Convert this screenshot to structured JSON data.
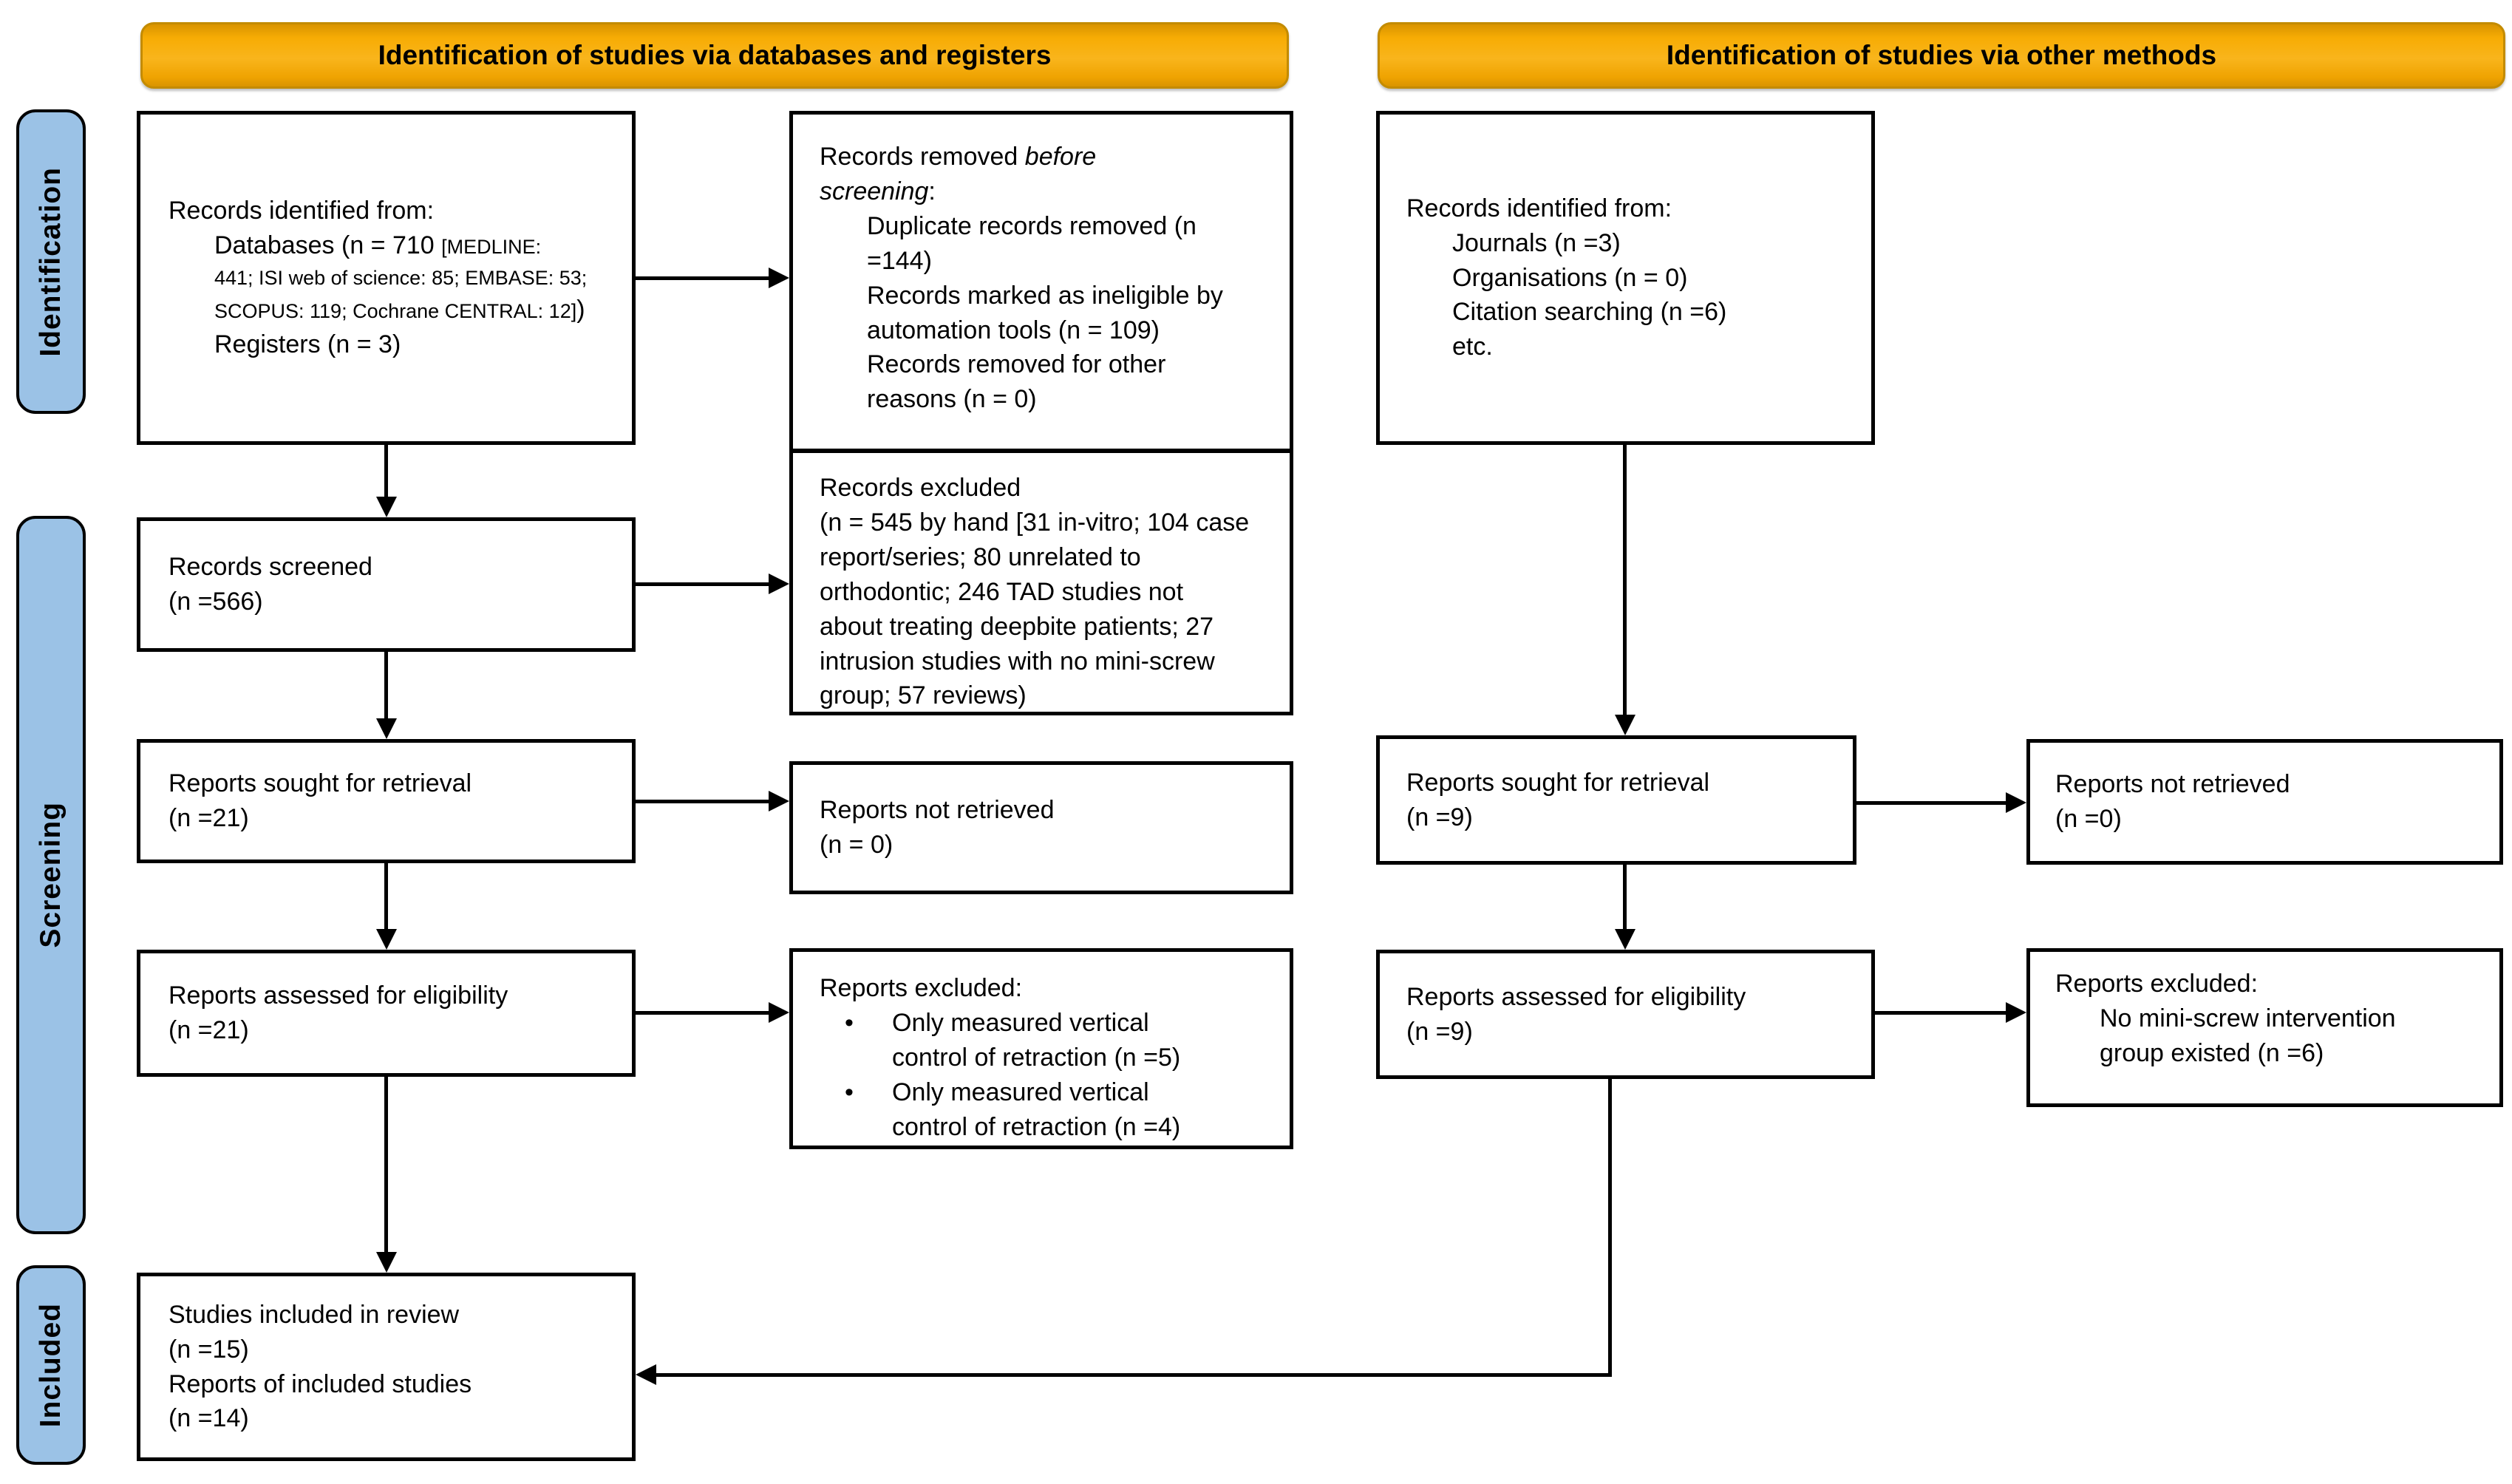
{
  "glyphs": {
    "bullet": "•"
  },
  "colors": {
    "banner_fill": "#F5A800",
    "banner_border": "#C38B00",
    "stage_fill": "#9BC2E6",
    "box_border": "#000000"
  },
  "banners": {
    "left": "Identification of studies via databases and registers",
    "right": "Identification of studies via other methods"
  },
  "stages": [
    {
      "label": "Identification"
    },
    {
      "label": "Screening"
    },
    {
      "label": "Included"
    }
  ],
  "databases_column": {
    "identified": {
      "title": "Records identified from:",
      "databases_prefix": "Databases (n = 710 ",
      "databases_small_1": "[MEDLINE:",
      "databases_small_2": "441; ISI web of science: 85; EMBASE: 53;",
      "databases_small_3": "SCOPUS: 119; Cochrane CENTRAL: 12]",
      "databases_suffix": ")",
      "registers": "Registers (n = 3)"
    },
    "removed": {
      "title_prefix": "Records removed ",
      "title_italic_1": "before",
      "title_italic_2": "screening",
      "title_suffix": ":",
      "items": [
        "Duplicate records removed (n =144)",
        "Records marked as ineligible by automation tools (n = 109)",
        "Records removed for other reasons (n = 0)"
      ]
    },
    "screened": {
      "line1": "Records screened",
      "line2": "(n =566)"
    },
    "excluded": {
      "line1": "Records excluded",
      "line2": "(n = 545 by hand [31 in-vitro; 104 case report/series; 80 unrelated to orthodontic; 246 TAD studies not about treating deepbite patients; 27 intrusion studies with no mini-screw group; 57 reviews)"
    },
    "sought": {
      "line1": "Reports sought for retrieval",
      "line2": "(n =21)"
    },
    "not_retrieved": {
      "line1": "Reports not retrieved",
      "line2": "(n = 0)"
    },
    "assessed": {
      "line1": "Reports assessed for eligibility",
      "line2": "(n =21)"
    },
    "reports_excluded": {
      "title": "Reports excluded:",
      "bullets": [
        "Only measured vertical control of retraction (n =5)",
        "Only measured vertical control of retraction (n =4)"
      ]
    },
    "included": {
      "line1": "Studies included in review",
      "line2": "(n =15)",
      "line3": "Reports of included studies",
      "line4": "(n =14)"
    }
  },
  "other_methods_column": {
    "identified": {
      "title": "Records identified from:",
      "items": [
        "Journals (n =3)",
        "Organisations (n = 0)",
        "Citation searching (n =6)",
        "etc."
      ]
    },
    "sought": {
      "line1": "Reports sought for retrieval",
      "line2": "(n =9)"
    },
    "not_retrieved": {
      "line1": "Reports not retrieved",
      "line2": "(n =0)"
    },
    "assessed": {
      "line1": "Reports assessed for eligibility",
      "line2": "(n =9)"
    },
    "reports_excluded": {
      "title": "Reports excluded:",
      "item": "No mini-screw intervention group existed (n =6)"
    }
  }
}
